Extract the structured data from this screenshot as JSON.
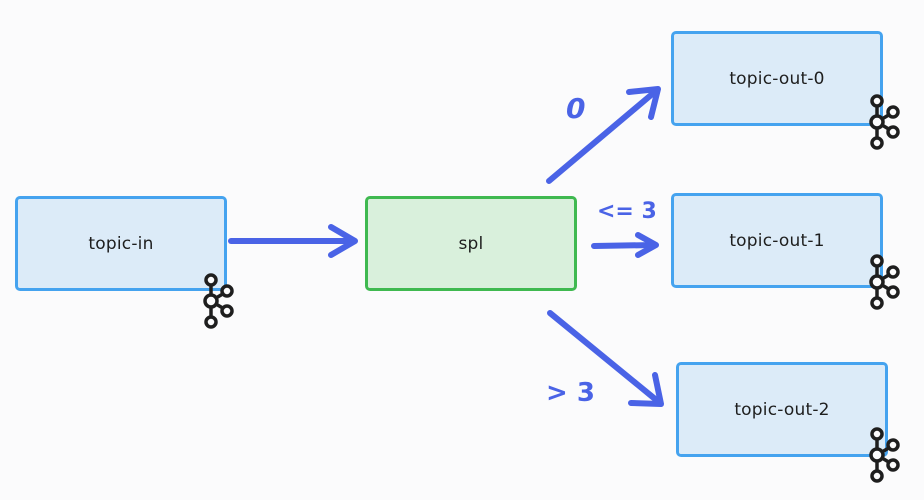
{
  "diagram": {
    "nodes": {
      "topic_in": {
        "label": "topic-in",
        "kind": "topic"
      },
      "spl": {
        "label": "spl",
        "kind": "processor"
      },
      "topic_out_0": {
        "label": "topic-out-0",
        "kind": "topic"
      },
      "topic_out_1": {
        "label": "topic-out-1",
        "kind": "topic"
      },
      "topic_out_2": {
        "label": "topic-out-2",
        "kind": "topic"
      }
    },
    "edges": [
      {
        "from": "topic-in",
        "to": "spl",
        "label": ""
      },
      {
        "from": "spl",
        "to": "topic-out-0",
        "label": "0"
      },
      {
        "from": "spl",
        "to": "topic-out-1",
        "label": "<= 3"
      },
      {
        "from": "spl",
        "to": "topic-out-2",
        "label": "> 3"
      }
    ],
    "icon": "kafka-logo-icon",
    "colors": {
      "topic_fill": "#dcebf8",
      "topic_border": "#45a3ef",
      "processor_fill": "#d9f0dc",
      "processor_border": "#3fb950",
      "arrow": "#4a63e6",
      "icon": "#1e1e1e"
    }
  }
}
